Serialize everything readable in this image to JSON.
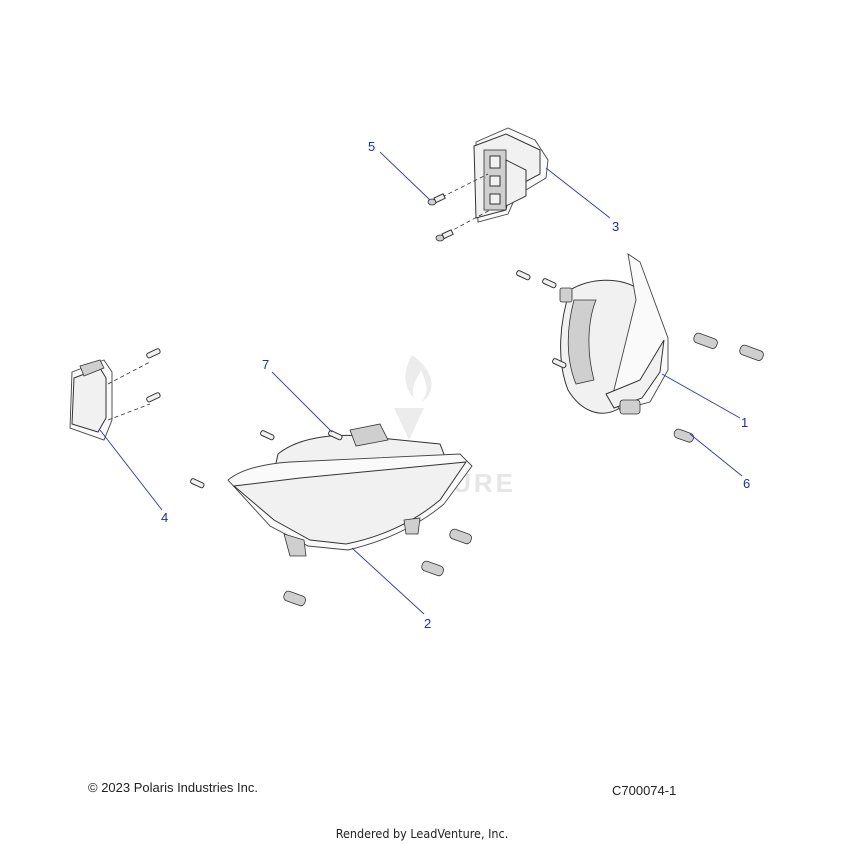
{
  "watermark": {
    "text": "LEADVENTURE"
  },
  "callouts": [
    {
      "id": "1",
      "label": "1"
    },
    {
      "id": "2",
      "label": "2"
    },
    {
      "id": "3",
      "label": "3"
    },
    {
      "id": "4",
      "label": "4"
    },
    {
      "id": "5",
      "label": "5"
    },
    {
      "id": "6",
      "label": "6"
    },
    {
      "id": "7",
      "label": "7"
    }
  ],
  "footer": {
    "copyright": "© 2023 Polaris Industries Inc.",
    "drawing_id": "C700074-1",
    "rendered_by": "Rendered by LeadVenture, Inc."
  },
  "colors": {
    "callout": "#1a2bbf",
    "line": "#333333",
    "watermark": "#e6e6e6"
  }
}
